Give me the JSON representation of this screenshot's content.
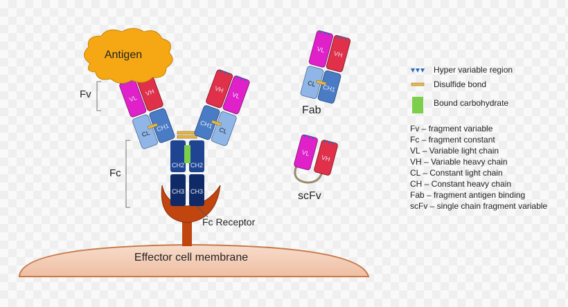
{
  "labels": {
    "antigen": "Antigen",
    "fv": "Fv",
    "fc": "Fc",
    "fab": "Fab",
    "scfv": "scFv",
    "fc_receptor": "Fc Receptor",
    "membrane": "Effector cell membrane"
  },
  "domains": {
    "vl": "VL",
    "vh": "VH",
    "cl": "CL",
    "ch1": "CH1",
    "ch2": "CH2",
    "ch3": "CH3"
  },
  "legend": {
    "hypervariable": "Hyper variable region",
    "disulfide": "Disulfide bond",
    "carbohydrate": "Bound carbohydrate"
  },
  "definitions": [
    "Fv – fragment variable",
    "Fc – fragment constant",
    "VL – Variable light chain",
    "VH – Variable heavy chain",
    "CL – Constant light chain",
    "CH – Constant heavy chain",
    "Fab – fragment antigen binding",
    "scFv – single chain fragment variable"
  ],
  "colors": {
    "vl": "#e020c8",
    "vh": "#e0304a",
    "cl": "#8fb6e6",
    "ch1": "#4a7cc6",
    "ch_dark": "#0f2a66",
    "ch2": "#1f4592",
    "antigen": "#f5a814",
    "receptor": "#c0450f",
    "membrane": "#f3c9b0",
    "carbohydrate": "#7ccf4a",
    "disulfide": "#e6b84a",
    "hypervariable": "#2f68b8"
  }
}
